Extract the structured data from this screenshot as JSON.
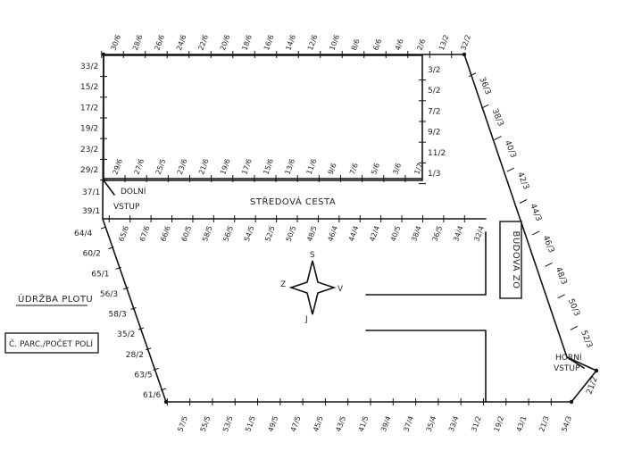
{
  "top_labels": [
    "30/6",
    "28/6",
    "26/6",
    "24/6",
    "22/6",
    "20/6",
    "18/6",
    "16/6",
    "14/6",
    "12/6",
    "10/6",
    "8/6",
    "6/6",
    "4/6",
    "2/6",
    "13/2",
    "32/2"
  ],
  "inner_bottom_labels": [
    "29/6",
    "27/6",
    "25/5",
    "23/6",
    "21/6",
    "19/6",
    "17/6",
    "15/6",
    "13/6",
    "11/6",
    "9/6",
    "7/6",
    "5/6",
    "3/6",
    "1/7"
  ],
  "inner_right_labels": [
    "3/2",
    "5/2",
    "7/2",
    "9/2",
    "11/2",
    "1/3"
  ],
  "left_top_labels": [
    "33/2",
    "15/2",
    "17/2",
    "19/2",
    "23/2",
    "29/2"
  ],
  "right_diag_labels": [
    "36/3",
    "38/3",
    "40/3",
    "42/3",
    "44/3",
    "46/3",
    "48/3",
    "50/3",
    "52/3"
  ],
  "road_labels": [
    "65/6",
    "67/6",
    "66/6",
    "60/5",
    "58/5",
    "56/5",
    "54/5",
    "52/5",
    "50/5",
    "48/5",
    "46/4",
    "44/4",
    "42/4",
    "40/5",
    "38/4",
    "36/5",
    "34/4",
    "32/4"
  ],
  "left_lower_labels": [
    "64/4",
    "60/2",
    "65/1",
    "56/3",
    "58/3",
    "35/2",
    "28/2",
    "63/5",
    "61/6"
  ],
  "bottom_labels": [
    "57/5",
    "55/5",
    "53/5",
    "51/5",
    "49/5",
    "47/5",
    "45/5",
    "43/5",
    "41/5",
    "39/4",
    "37/4",
    "35/4",
    "33/4",
    "31/2",
    "19/2",
    "43/1",
    "21/3",
    "54/3"
  ],
  "texts": {
    "road": "STŘEDOVÁ CESTA",
    "lower_entrance_1": "DOLNÍ",
    "lower_entrance_2": "VSTUP",
    "upper_entrance_1": "HORNÍ",
    "upper_entrance_2": "VSTUP",
    "building": "BUDOVA ZO",
    "fence": "ÚDRŽBA PLOTU",
    "legend": "Č. PARC./POČET POLÍ",
    "label_37_1": "37/1",
    "label_39_1": "39/1",
    "label_21_2": "21/2",
    "compass_s": "S",
    "compass_z": "Z",
    "compass_v": "V",
    "compass_j": "J"
  }
}
